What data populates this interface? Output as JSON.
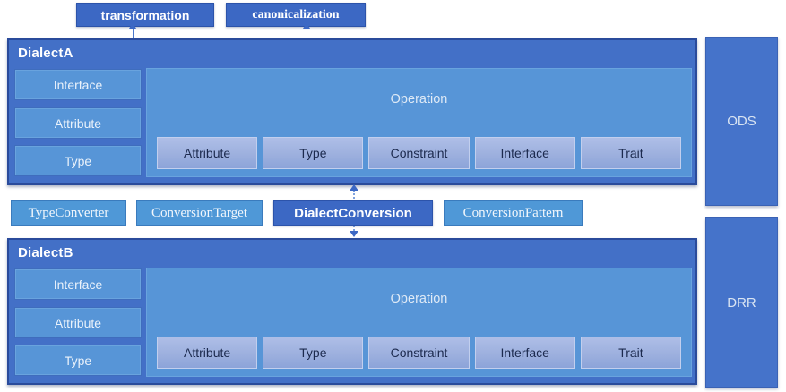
{
  "top_labels": {
    "transformation": "transformation",
    "canonicalization": "canonicalization"
  },
  "dialect_a": {
    "title": "DialectA",
    "side_items": [
      "Interface",
      "Attribute",
      "Type"
    ],
    "operation": {
      "label": "Operation",
      "sub_items": [
        "Attribute",
        "Type",
        "Constraint",
        "Interface",
        "Trait"
      ]
    }
  },
  "dialect_b": {
    "title": "DialectB",
    "side_items": [
      "Interface",
      "Attribute",
      "Type"
    ],
    "operation": {
      "label": "Operation",
      "sub_items": [
        "Attribute",
        "Type",
        "Constraint",
        "Interface",
        "Trait"
      ]
    }
  },
  "conversion_row": {
    "type_converter": "TypeConverter",
    "conversion_target": "ConversionTarget",
    "dialect_conversion": "DialectConversion",
    "conversion_pattern": "ConversionPattern"
  },
  "side_labels": {
    "ods": "ODS",
    "drr": "DRR"
  },
  "colors": {
    "dark_blue": "#3c68c4",
    "container_blue": "#4370c7",
    "medium_blue": "#5795d7",
    "light_periwinkle": "#9db0de",
    "side_tall_blue": "#4573ca",
    "background": "#ffffff"
  }
}
